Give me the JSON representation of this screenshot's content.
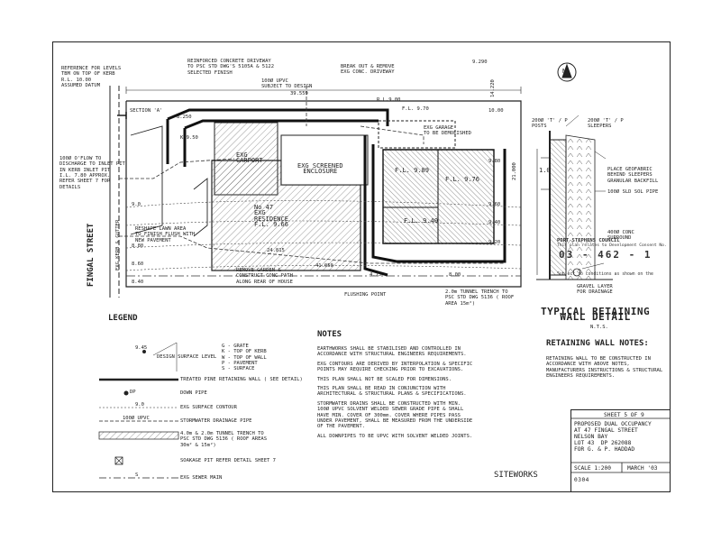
{
  "plan": {
    "street": "FINGAL STREET",
    "kerb": "EXG KERB & GUTTER",
    "levels": [
      "REFERENCE FOR LEVELS",
      "TBM ON TOP OF KERB",
      "R.L. 10.00",
      "ASSUMED DATUM"
    ],
    "driveway": [
      "REINFORCED CONCRETE DRIVEWAY",
      "TO PSC STD DWG'S 5105A & 5122",
      "SELECTED FINISH"
    ],
    "upvc_top": [
      "100Ø UPVC",
      "SUBJECT TO DESIGN"
    ],
    "break_out": [
      "BREAK OUT & REMOVE",
      "EXG CONC. DRIVEWAY"
    ],
    "carport": [
      "EXG",
      "CARPORT"
    ],
    "enclosure": [
      "EXG SCREENED",
      "ENCLOSURE"
    ],
    "residence": [
      "No 47",
      "EXG",
      "RESIDENCE",
      "F.L. 9.66"
    ],
    "garage_demolish": [
      "EXG GARAGE",
      "TO BE DEMOLISHED"
    ],
    "new_unit": [
      "F.L. 9.89",
      "F.L. 9.76",
      "F.L. 9.40"
    ],
    "lawn": [
      "RESHAPE LAWN AREA",
      "TO FINISH FLUSH WITH",
      "NEW PAVEMENT"
    ],
    "overflow": [
      "100Ø O'FLOW TO",
      "DISCHARGE TO INLET PIT",
      "IN KERB INLET PIT",
      "I.L. 7.80 APPROX.",
      "REFER SHEET 7 FOR",
      "DETAILS"
    ],
    "remove_garden": [
      "REMOVE GARDEN &",
      "CONSTRUCT CONC PATH",
      "ALONG REAR OF HOUSE"
    ],
    "flushing_point": "FLUSHING POINT",
    "tunnel": [
      "2.0m TUNNEL TRENCH TO",
      "PSC STD DWG 5136 ( ROOF",
      "AREA 15m²)"
    ],
    "section_a": "SECTION 'A'",
    "dims": [
      "39.559",
      "8.250",
      "24.815",
      "41.050",
      "21.000",
      "9.290",
      "14.220",
      "8.00",
      "4.75"
    ],
    "levels_misc": [
      "F.L. 9.70",
      "K 9.50",
      "R.L.9.00",
      "10.00",
      "9.80",
      "9.60",
      "9.40",
      "9.20",
      "9.0",
      "8.80",
      "8.60",
      "8.40"
    ]
  },
  "wall_detail": {
    "labels": [
      "200Ø 'T' / P",
      "POSTS",
      "200Ø 'T' / P",
      "SLEEPERS",
      "PLACE GEOFABRIC",
      "BEHIND SLEEPERS",
      "GRANULAR BACKFILL",
      "100Ø SLD SOL PIPE",
      "400Ø CONC",
      "SURROUND",
      "GRAVEL LAYER",
      "FOR DRAINAGE"
    ],
    "title": [
      "TYPICAL RETAINING",
      "WALL DETAIL"
    ],
    "scale": "N.T.S.",
    "dim": "1.0"
  },
  "council_stamp": {
    "line1": "PORT STEPHENS COUNCIL",
    "line2": "This plan relates to Development Consent No.",
    "number": "03 - 462 - 1",
    "line3": "Subject to conditions as shown on the"
  },
  "legend": {
    "heading": "LEGEND",
    "design_level": "DESIGN SURFACE LEVEL",
    "design_codes": [
      "G - GRATE",
      "K - TOP OF KERB",
      "W - TOP OF WALL",
      "P - PAVEMENT",
      "S - SURFACE"
    ],
    "spot_sample": "9.45",
    "items": [
      "TREATED PINE RETAINING WALL ( SEE DETAIL)",
      "DOWN PIPE",
      "EXG SURFACE CONTOUR",
      "STORMWATER DRAINAGE PIPE",
      "4.0m & 2.0m TUNNEL TRENCH TO PSC STD DWG 5136 ( ROOF AREAS 30m² & 15m²)",
      "SOAKAGE PIT REFER DETAIL SHEET 7",
      "EXG SEWER MAIN"
    ],
    "samples": [
      "DP",
      "9.0",
      "100Ø UPVC",
      "S"
    ]
  },
  "notes": {
    "heading": "NOTES",
    "items": [
      "EARTHWORKS SHALL BE STABILISED AND CONTROLLED IN ACCORDANCE WITH STRUCTURAL ENGINEERS REQUIREMENTS.",
      "EXG CONTOURS ARE DERIVED BY INTERPOLATION & SPECIFIC POINTS MAY REQUIRE CHECKING PRIOR TO EXCAVATIONS.",
      "THIS PLAN SHALL NOT BE SCALED FOR DIMENSIONS.",
      "THIS PLAN SHALL BE READ IN CONJUNCTION WITH ARCHITECTURAL & STRUCTURAL PLANS & SPECIFICATIONS.",
      "STORMWATER DRAINS SHALL BE CONSTRUCTED WITH MIN. 100Ø UPVC SOLVENT WELDED SEWER GRADE PIPE & SHALL HAVE MIN. COVER OF 300mm. COVER WHERE PIPES PASS UNDER PAVEMENT, SHALL BE MEASURED FROM THE UNDERSIDE OF THE PAVEMENT.",
      "ALL DOWNPIPES TO BE UPVC WITH SOLVENT WELDED JOINTS."
    ]
  },
  "retaining_notes": {
    "heading": "RETAINING WALL NOTES:",
    "text": "RETAINING WALL TO BE CONSTRUCTED IN ACCORDANCE WITH ABOVE NOTES, MANUFACTURERS INSTRUCTIONS & STRUCTURAL ENGINEERS REQUIREMENTS."
  },
  "title_block": {
    "sheet": "SHEET 5 OF 9",
    "project": [
      "PROPOSED DUAL OCCUPANCY",
      "AT 47 FINGAL STREET",
      "NELSON BAY",
      "LOT 43  DP 262088",
      "FOR G. & P. HADDAD"
    ],
    "scale": "SCALE 1:200",
    "date": "MARCH '03",
    "drawing_no": "0304"
  },
  "siteworks": "SITEWORKS",
  "north_arrow": "N"
}
